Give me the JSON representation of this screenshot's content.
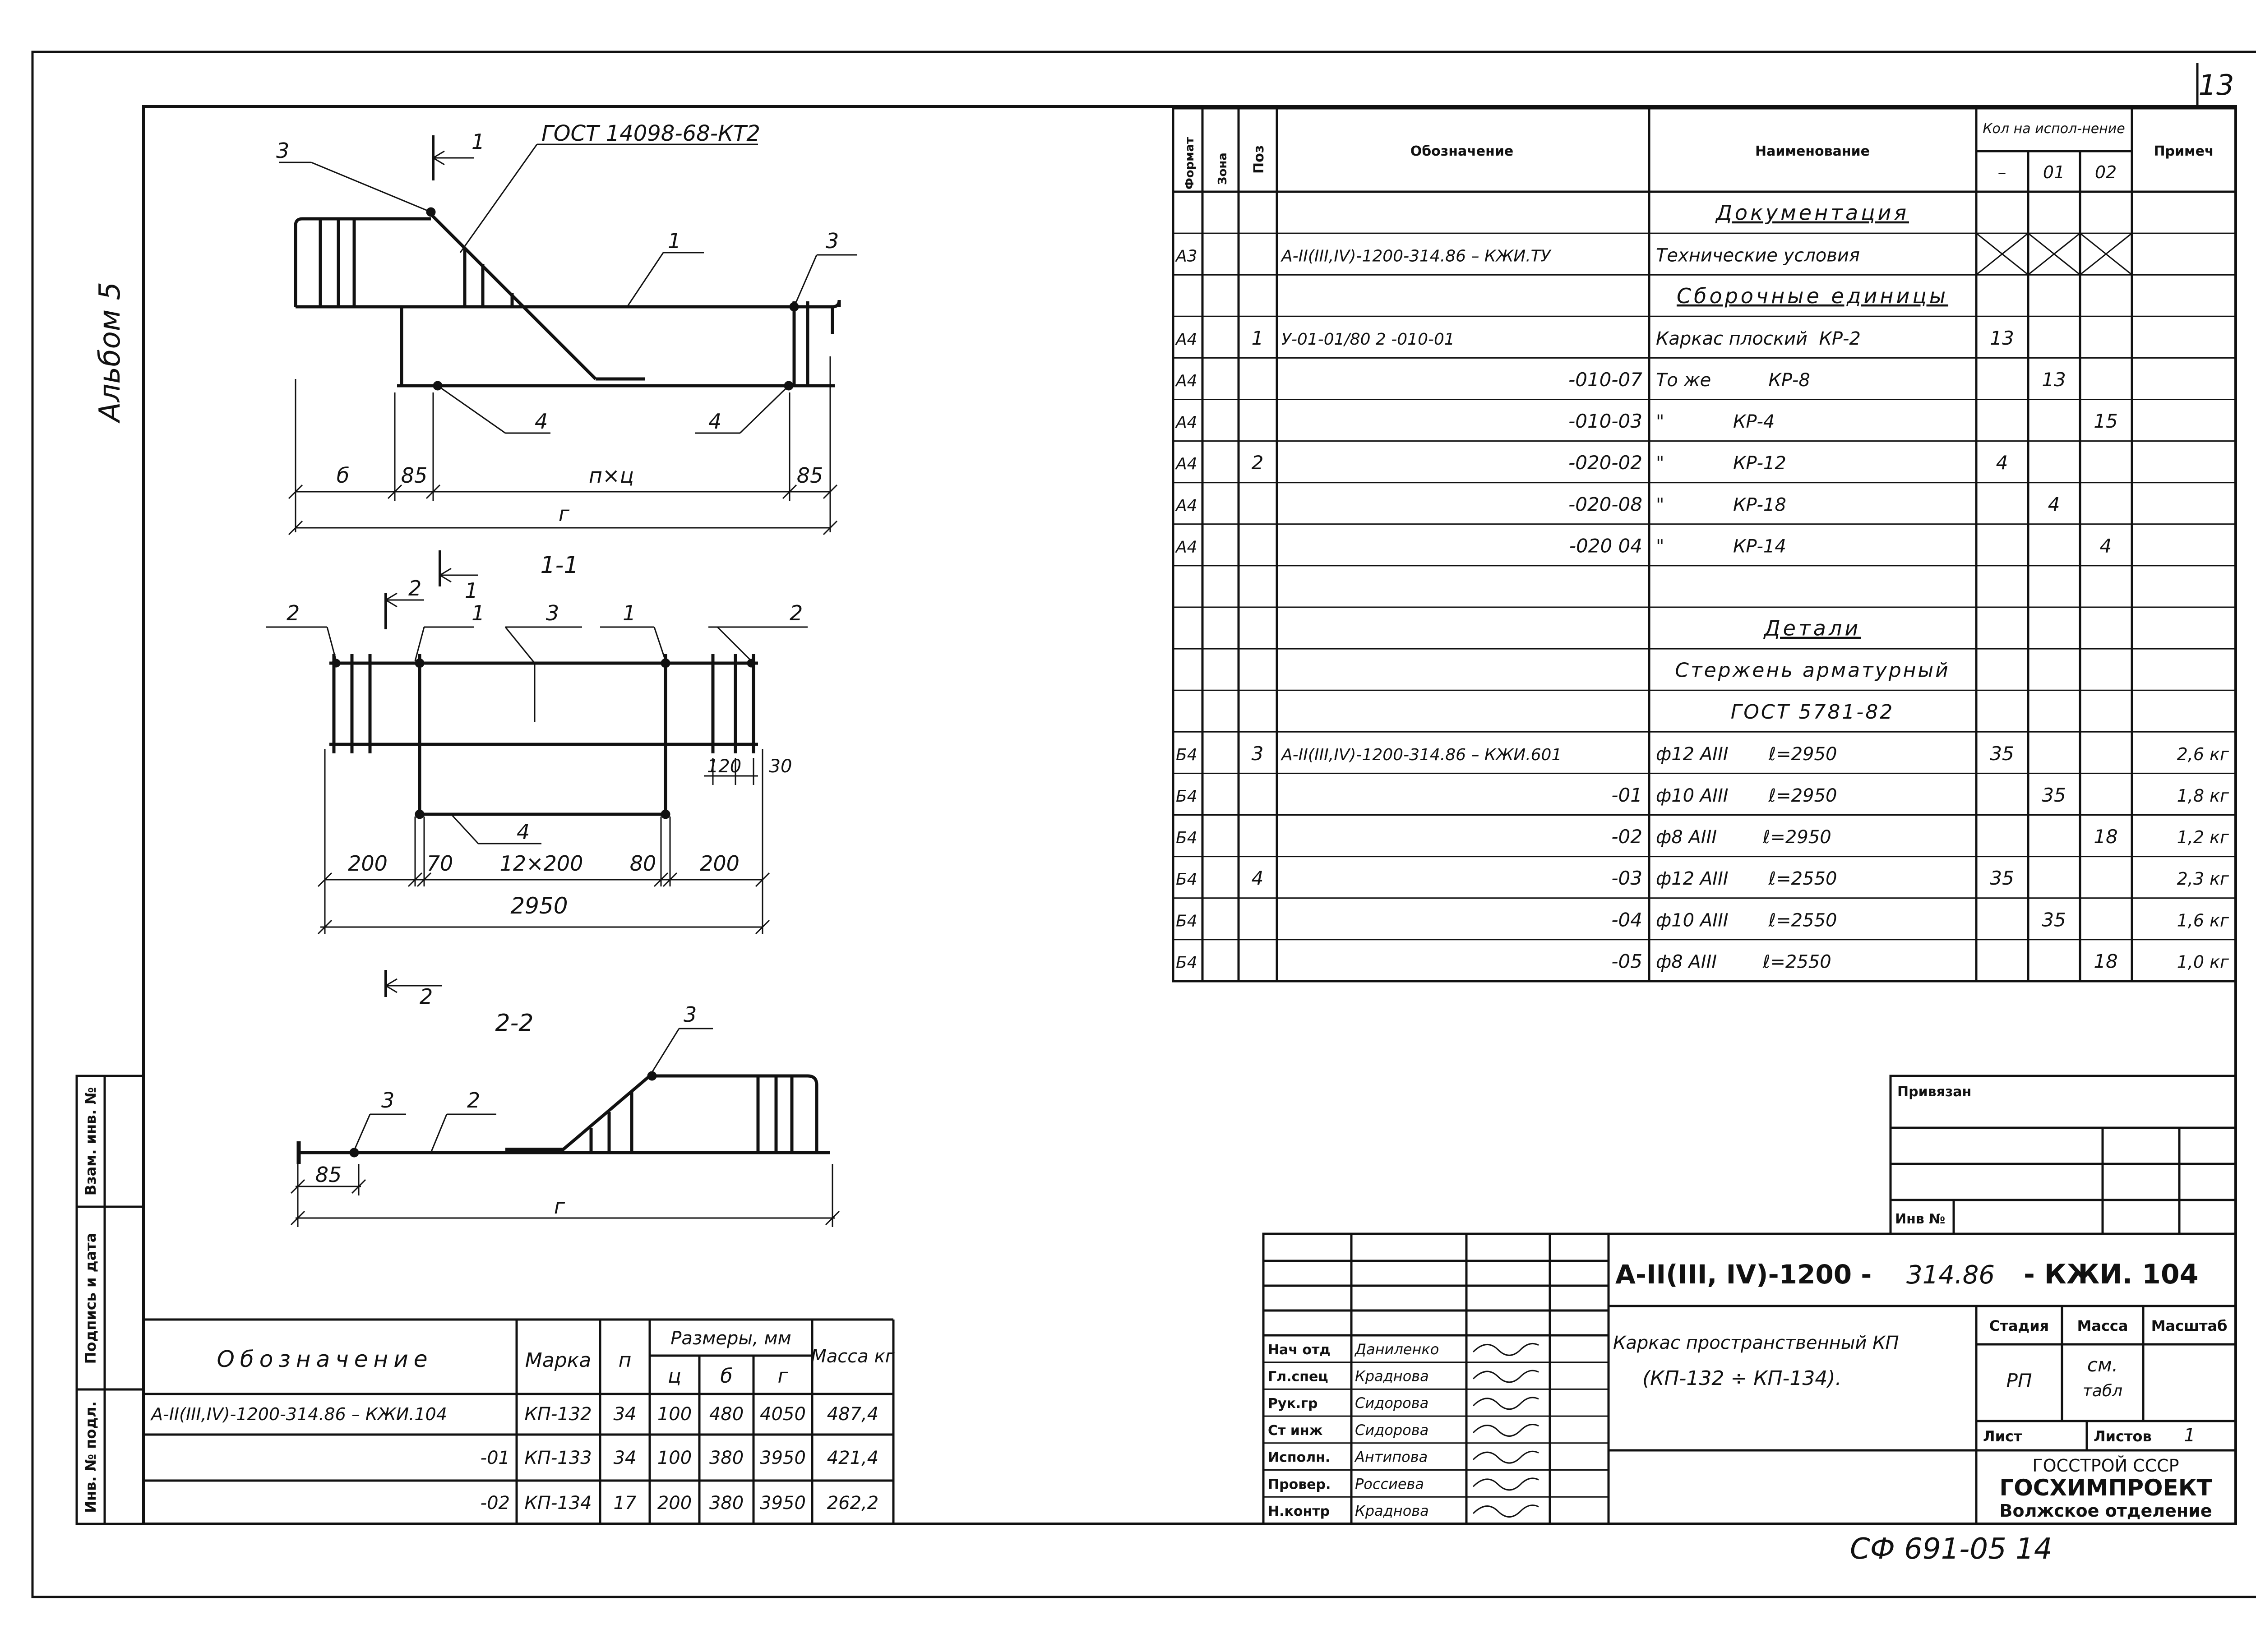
{
  "sheet": {
    "page_number": "13",
    "album_label": "Альбом 5",
    "bottom_code": "СФ 691-05   14"
  },
  "drawing": {
    "top_view": {
      "gost_label": "ГОСТ 14098-68-КТ2",
      "callouts": [
        "3",
        "1",
        "1",
        "3",
        "4",
        "4"
      ],
      "dims": [
        "б",
        "85",
        "п×ц",
        "85",
        "г"
      ]
    },
    "section_1_1": {
      "title": "1-1",
      "cut_marks": [
        "2",
        "1"
      ],
      "callouts": [
        "2",
        "1",
        "3",
        "1",
        "2",
        "4"
      ],
      "dims": [
        "120",
        "30",
        "12×200",
        "200",
        "70",
        "80",
        "200",
        "2950"
      ]
    },
    "section_2_2": {
      "cut_mark": "2",
      "title": "2-2",
      "callouts": [
        "3",
        "3",
        "2"
      ],
      "dims": [
        "85",
        "г"
      ]
    }
  },
  "spec": {
    "headers": {
      "format": "Формат",
      "zone": "Зона",
      "pos": "Поз",
      "designation": "Обозначение",
      "name": "Наименование",
      "qty": "Кол на испол-нение",
      "q1": "–",
      "q2": "01",
      "q3": "02",
      "note": "Примеч"
    },
    "rows": [
      {
        "fmt": "",
        "pos": "",
        "des": "",
        "name": "Документация",
        "q1": "",
        "q2": "",
        "q3": "",
        "note": ""
      },
      {
        "fmt": "А3",
        "pos": "",
        "des": "А-II(III,IV)-1200-314.86 – КЖИ.ТУ",
        "name": "Технические условия",
        "q1": "",
        "q2": "",
        "q3": "",
        "note": ""
      },
      {
        "fmt": "",
        "pos": "",
        "des": "",
        "name": "Сборочные единицы",
        "q1": "",
        "q2": "",
        "q3": "",
        "note": ""
      },
      {
        "fmt": "А4",
        "pos": "1",
        "des": "У-01-01/80 2           -010-01",
        "name": "Каркас плоский  КР-2",
        "q1": "13",
        "q2": "",
        "q3": "",
        "note": ""
      },
      {
        "fmt": "А4",
        "pos": "",
        "des": "-010-07",
        "name": "То же          КР-8",
        "q1": "",
        "q2": "13",
        "q3": "",
        "note": ""
      },
      {
        "fmt": "А4",
        "pos": "",
        "des": "-010-03",
        "name": "\"            КР-4",
        "q1": "",
        "q2": "",
        "q3": "15",
        "note": ""
      },
      {
        "fmt": "А4",
        "pos": "2",
        "des": "-020-02",
        "name": "\"            КР-12",
        "q1": "4",
        "q2": "",
        "q3": "",
        "note": ""
      },
      {
        "fmt": "А4",
        "pos": "",
        "des": "-020-08",
        "name": "\"            КР-18",
        "q1": "",
        "q2": "4",
        "q3": "",
        "note": ""
      },
      {
        "fmt": "А4",
        "pos": "",
        "des": "-020 04",
        "name": "\"            КР-14",
        "q1": "",
        "q2": "",
        "q3": "4",
        "note": ""
      },
      {
        "fmt": "",
        "pos": "",
        "des": "",
        "name": "",
        "q1": "",
        "q2": "",
        "q3": "",
        "note": ""
      },
      {
        "fmt": "",
        "pos": "",
        "des": "",
        "name": "Детали",
        "q1": "",
        "q2": "",
        "q3": "",
        "note": ""
      },
      {
        "fmt": "",
        "pos": "",
        "des": "",
        "name": "Стержень арматурный",
        "q1": "",
        "q2": "",
        "q3": "",
        "note": ""
      },
      {
        "fmt": "",
        "pos": "",
        "des": "",
        "name": "ГОСТ 5781-82",
        "q1": "",
        "q2": "",
        "q3": "",
        "note": ""
      },
      {
        "fmt": "Б4",
        "pos": "3",
        "des": "А-II(III,IV)-1200-314.86 – КЖИ.601",
        "name": "ф12 АIII       ℓ=2950",
        "q1": "35",
        "q2": "",
        "q3": "",
        "note": "2,6 кг"
      },
      {
        "fmt": "Б4",
        "pos": "",
        "des": "-01",
        "name": "ф10 АIII       ℓ=2950",
        "q1": "",
        "q2": "35",
        "q3": "",
        "note": "1,8 кг"
      },
      {
        "fmt": "Б4",
        "pos": "",
        "des": "-02",
        "name": "ф8 АIII        ℓ=2950",
        "q1": "",
        "q2": "",
        "q3": "18",
        "note": "1,2 кг"
      },
      {
        "fmt": "Б4",
        "pos": "4",
        "des": "-03",
        "name": "ф12 АIII       ℓ=2550",
        "q1": "35",
        "q2": "",
        "q3": "",
        "note": "2,3 кг"
      },
      {
        "fmt": "Б4",
        "pos": "",
        "des": "-04",
        "name": "ф10 АIII       ℓ=2550",
        "q1": "",
        "q2": "35",
        "q3": "",
        "note": "1,6 кг"
      },
      {
        "fmt": "Б4",
        "pos": "",
        "des": "-05",
        "name": "ф8 АIII        ℓ=2550",
        "q1": "",
        "q2": "",
        "q3": "18",
        "note": "1,0 кг"
      }
    ]
  },
  "marks": {
    "headers": {
      "designation": "Обозначение",
      "mark": "Марка",
      "n": "п",
      "dims": "Размеры, мм",
      "c": "ц",
      "b": "б",
      "g": "г",
      "mass": "Масса кг"
    },
    "rows": [
      {
        "des": "А-II(III,IV)-1200-314.86 – КЖИ.104",
        "mark": "КП-132",
        "n": "34",
        "c": "100",
        "b": "480",
        "g": "4050",
        "mass": "487,4"
      },
      {
        "des": "-01",
        "mark": "КП-133",
        "n": "34",
        "c": "100",
        "b": "380",
        "g": "3950",
        "mass": "421,4"
      },
      {
        "des": "-02",
        "mark": "КП-134",
        "n": "17",
        "c": "200",
        "b": "380",
        "g": "3950",
        "mass": "262,2"
      }
    ]
  },
  "side_stamp": {
    "labels": [
      "Взам. инв. №",
      "Подпись и дата",
      "Инв. № подл."
    ]
  },
  "binding": {
    "label": "Привязан",
    "inv": "Инв №"
  },
  "title_block": {
    "code_main": "А-II(III, IV)-1200 -",
    "code_num": "314.86",
    "code_suffix": "- КЖИ. 104",
    "title_line1": "Каркас пространственный КП",
    "title_line2": "(КП-132 ÷ КП-134).",
    "stage_label": "Стадия",
    "mass_label": "Масса",
    "scale_label": "Масштаб",
    "stage_value": "РП",
    "mass_value_1": "см.",
    "mass_value_2": "табл",
    "sheet_label": "Лист",
    "sheets_label": "Листов",
    "sheets_value": "1",
    "org_1": "ГОССТРОЙ СССР",
    "org_2": "ГОСХИМПРОЕКТ",
    "org_3": "Волжское отделение",
    "signers": [
      {
        "role": "Нач отд",
        "name": "Даниленко"
      },
      {
        "role": "Гл.спец",
        "name": "Краднова"
      },
      {
        "role": "Рук.гр",
        "name": "Сидорова"
      },
      {
        "role": "Ст инж",
        "name": "Сидорова"
      },
      {
        "role": "Исполн.",
        "name": "Антипова"
      },
      {
        "role": "Провер.",
        "name": "Россиева"
      },
      {
        "role": "Н.контр",
        "name": "Краднова"
      }
    ]
  }
}
